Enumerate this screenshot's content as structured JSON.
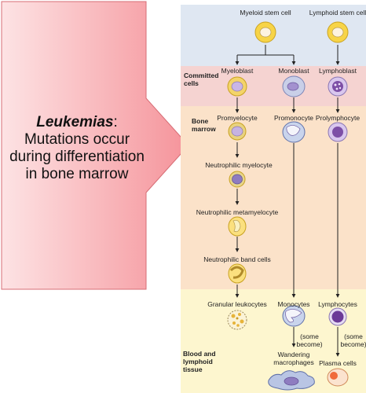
{
  "callout": {
    "title": "Leukemias",
    "title_suffix": ":",
    "line1": "Mutations occur",
    "line2": "during differentiation",
    "line3": "in bone marrow"
  },
  "sections": {
    "committed_line1": "Committed",
    "committed_line2": "cells",
    "marrow_line1": "Bone",
    "marrow_line2": "marrow",
    "blood_line1": "Blood and",
    "blood_line2": "lymphoid",
    "blood_line3": "tissue"
  },
  "cells": {
    "myeloid_stem": "Myeloid stem cell",
    "lymphoid_stem": "Lymphoid stem cell",
    "myeloblast": "Myeloblast",
    "monoblast": "Monoblast",
    "lymphoblast": "Lymphoblast",
    "promyelocyte": "Promyelocyte",
    "promonocyte": "Promonocyte",
    "prolymphocyte": "Prolymphocyte",
    "neutrophilic_myelocyte": "Neutrophilic myelocyte",
    "neutrophilic_metamyelocyte": "Neutrophilic metamyelocyte",
    "neutrophilic_band": "Neutrophilic band cells",
    "granular_leukocytes": "Granular leukocytes",
    "monocytes": "Monocytes",
    "lymphocytes": "Lymphocytes",
    "some_become_1a": "(some",
    "some_become_1b": "become)",
    "some_become_2a": "(some",
    "some_become_2b": "become)",
    "wandering_1": "Wandering",
    "wandering_2": "macrophages",
    "plasma_cells": "Plasma cells"
  },
  "colors": {
    "band_stem": "#dfe7f2",
    "band_committed": "#f5d3d1",
    "band_marrow": "#fbe2c9",
    "band_blood": "#fdf6cf",
    "callout_fill": "#f59aa0",
    "cell_yellow": "#f7d447",
    "cell_purple": "#b9a6d8"
  }
}
